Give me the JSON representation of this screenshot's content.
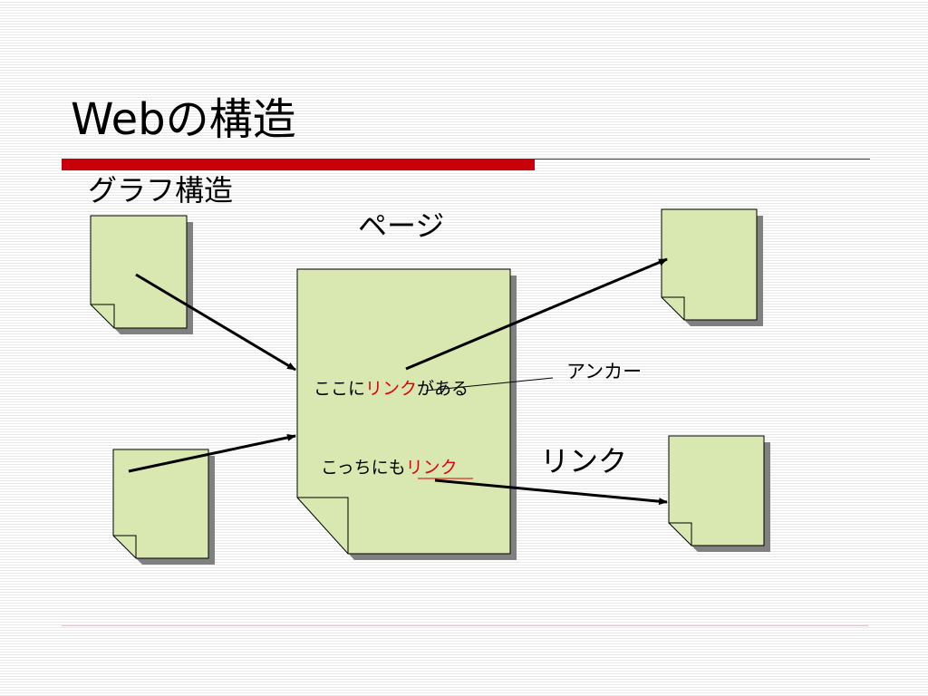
{
  "slide": {
    "title": "Webの構造",
    "subtitle": "グラフ構造"
  },
  "diagram": {
    "page_label": "ページ",
    "anchor_label": "アンカー",
    "link_label": "リンク",
    "main_page": {
      "line1": {
        "before": "ここに",
        "link": "リンク",
        "after": "がある"
      },
      "line2": {
        "before": "こっちにも",
        "link": "リンク"
      }
    }
  },
  "colors": {
    "page_fill": "#d8e8b0",
    "accent_red": "#c8000a",
    "link_text_red": "#e0000a"
  }
}
